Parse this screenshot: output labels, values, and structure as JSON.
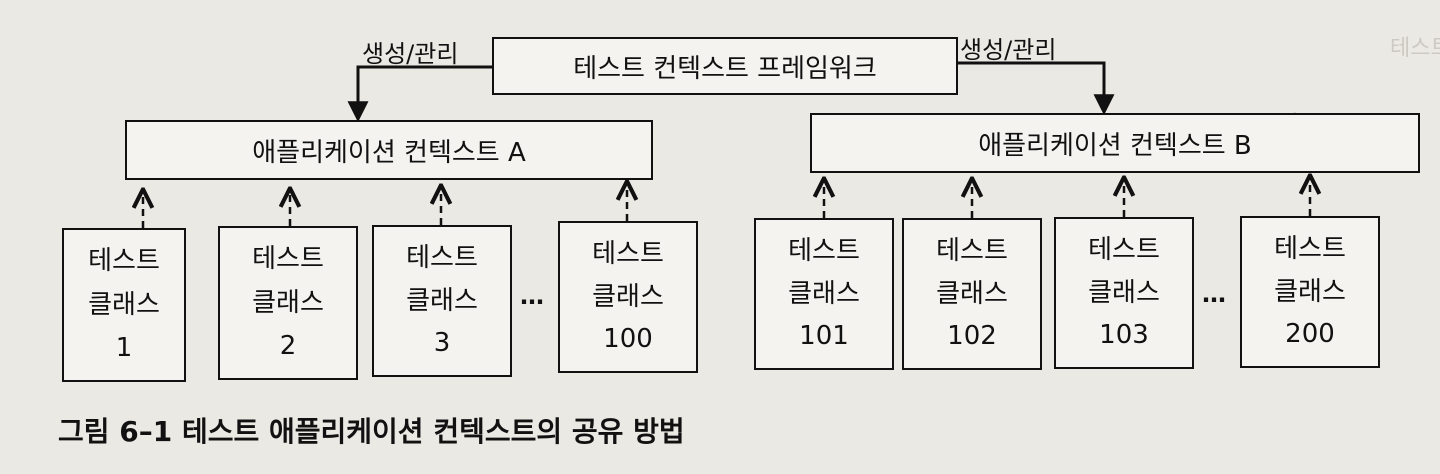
{
  "framework": {
    "label": "테스트 컨텍스트 프레임워크"
  },
  "manage_left": "생성/관리",
  "manage_right": "생성/관리",
  "contexts": {
    "a": "애플리케이션 컨텍스트 A",
    "b": "애플리케이션 컨텍스트 B"
  },
  "test_class": {
    "line1": "테스트",
    "line2": "클래스"
  },
  "tests_a": [
    "1",
    "2",
    "3",
    "100"
  ],
  "tests_b": [
    "101",
    "102",
    "103",
    "200"
  ],
  "ellipsis": "…",
  "caption": "그림 6–1 테스트 애플리케이션 컨텍스트의 공유 방법"
}
